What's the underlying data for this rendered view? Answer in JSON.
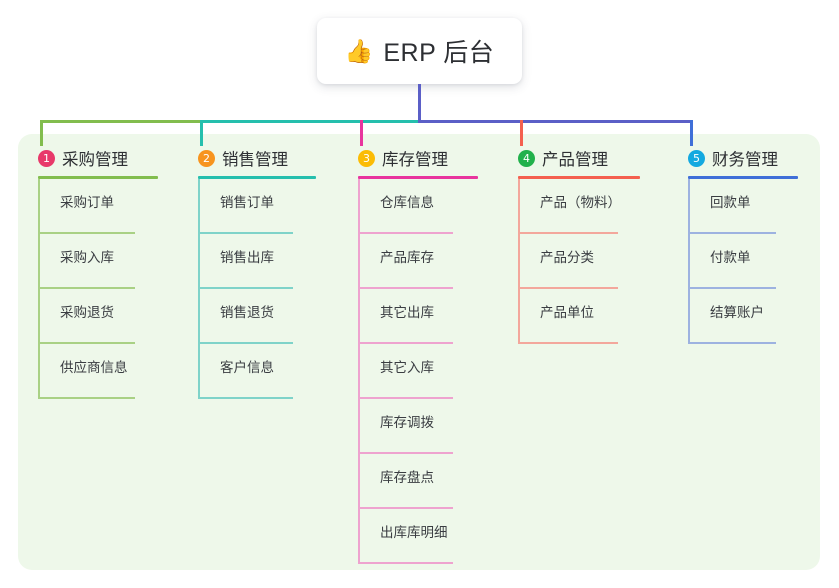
{
  "root": {
    "emoji": "👍",
    "emoji_name": "thumbs-up-icon",
    "title": "ERP 后台"
  },
  "palette": {
    "panel_bg": "#eef8ea",
    "card_bg": "#ffffff",
    "text": "#2d2f33",
    "leaf_text": "#3a3d42",
    "green": "#82bd4e",
    "teal": "#25bfad",
    "pink": "#e8359e",
    "pink_light": "#eea3cf",
    "red": "#f4604f",
    "red_light": "#f3a79c",
    "blue": "#3f6fd8",
    "blue_light": "#9db2e0",
    "purple": "#5b5fc7",
    "green_light": "#a9d185",
    "teal_light": "#7fd3c9",
    "badge1": "#e8396a",
    "badge2": "#f7941e",
    "badge3": "#fbbc05",
    "badge4": "#22b14c",
    "badge5": "#14a9e0"
  },
  "columns": [
    {
      "index": "1",
      "title": "采购管理",
      "badge_color": "#e8396a",
      "line_color": "#82bd4e",
      "leaf_line_color": "#a9d185",
      "items": [
        "采购订单",
        "采购入库",
        "采购退货",
        "供应商信息"
      ]
    },
    {
      "index": "2",
      "title": "销售管理",
      "badge_color": "#f7941e",
      "line_color": "#25bfad",
      "leaf_line_color": "#7fd3c9",
      "items": [
        "销售订单",
        "销售出库",
        "销售退货",
        "客户信息"
      ]
    },
    {
      "index": "3",
      "title": "库存管理",
      "badge_color": "#fbbc05",
      "line_color": "#e8359e",
      "leaf_line_color": "#eea3cf",
      "items": [
        "仓库信息",
        "产品库存",
        "其它出库",
        "其它入库",
        "库存调拨",
        "库存盘点",
        "出库库明细"
      ]
    },
    {
      "index": "4",
      "title": "产品管理",
      "badge_color": "#22b14c",
      "line_color": "#f4604f",
      "leaf_line_color": "#f3a79c",
      "items": [
        "产品（物料）",
        "产品分类",
        "产品单位"
      ]
    },
    {
      "index": "5",
      "title": "财务管理",
      "badge_color": "#14a9e0",
      "line_color": "#3f6fd8",
      "leaf_line_color": "#9db2e0",
      "items": [
        "回款单",
        "付款单",
        "结算账户"
      ]
    }
  ]
}
